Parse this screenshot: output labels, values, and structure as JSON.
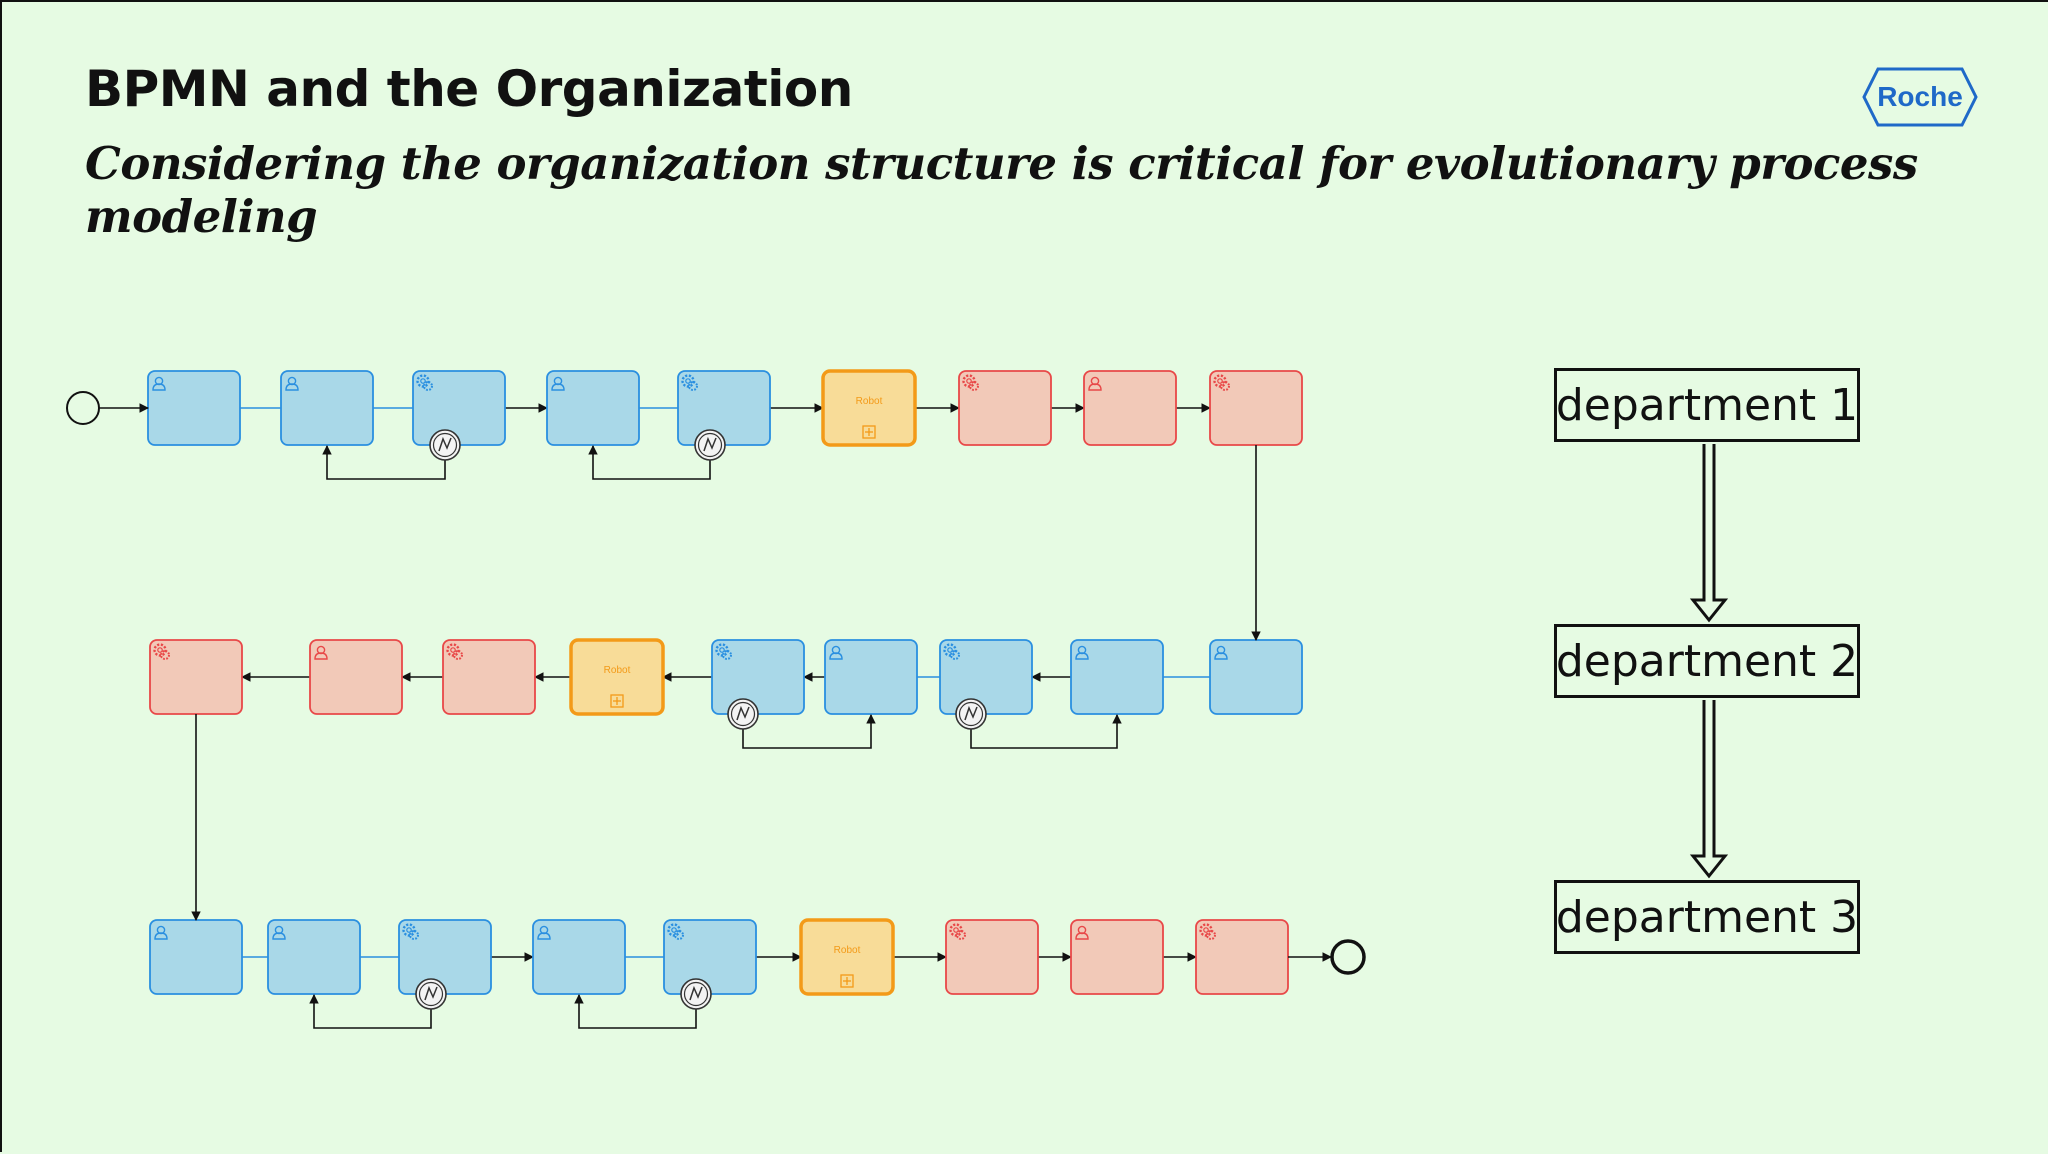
{
  "slide": {
    "title": "BPMN and the Organization",
    "subtitle": "Considering the organization structure is critical for evolutionary process modeling"
  },
  "logo": {
    "text": "Roche",
    "color": "#1f69c8"
  },
  "departments": [
    "department 1",
    "department 2",
    "department 3"
  ],
  "colors": {
    "background": "#e6fbe3",
    "department_1_task": "#a9d8e8",
    "department_1_border": "#2a8fe0",
    "robot_task": "#f8dc98",
    "robot_border": "#f39a18",
    "department_3_task": "#f2c9b8",
    "department_3_border": "#e84848",
    "connector": "#111111"
  },
  "process": {
    "robot_task_label": "Robot",
    "rows": [
      {
        "direction": "left-to-right",
        "starts_with": "start-event",
        "tasks": [
          {
            "dept": 1,
            "icon": "user-icon"
          },
          {
            "dept": 1,
            "icon": "user-icon"
          },
          {
            "dept": 1,
            "icon": "gear-icon",
            "boundary_event": true
          },
          {
            "dept": 1,
            "icon": "user-icon"
          },
          {
            "dept": 1,
            "icon": "gear-icon",
            "boundary_event": true
          },
          {
            "dept": 2,
            "robot": true
          },
          {
            "dept": 3,
            "icon": "gear-icon"
          },
          {
            "dept": 3,
            "icon": "user-icon"
          },
          {
            "dept": 3,
            "icon": "gear-icon"
          }
        ]
      },
      {
        "direction": "right-to-left",
        "tasks": [
          {
            "dept": 1,
            "icon": "user-icon"
          },
          {
            "dept": 1,
            "icon": "user-icon"
          },
          {
            "dept": 1,
            "icon": "gear-icon",
            "boundary_event": true
          },
          {
            "dept": 1,
            "icon": "user-icon"
          },
          {
            "dept": 1,
            "icon": "gear-icon",
            "boundary_event": true
          },
          {
            "dept": 2,
            "robot": true
          },
          {
            "dept": 3,
            "icon": "gear-icon"
          },
          {
            "dept": 3,
            "icon": "user-icon"
          },
          {
            "dept": 3,
            "icon": "gear-icon"
          }
        ]
      },
      {
        "direction": "left-to-right",
        "ends_with": "end-event",
        "tasks": [
          {
            "dept": 1,
            "icon": "user-icon"
          },
          {
            "dept": 1,
            "icon": "user-icon"
          },
          {
            "dept": 1,
            "icon": "gear-icon",
            "boundary_event": true
          },
          {
            "dept": 1,
            "icon": "user-icon"
          },
          {
            "dept": 1,
            "icon": "gear-icon",
            "boundary_event": true
          },
          {
            "dept": 2,
            "robot": true
          },
          {
            "dept": 3,
            "icon": "gear-icon"
          },
          {
            "dept": 3,
            "icon": "user-icon"
          },
          {
            "dept": 3,
            "icon": "gear-icon"
          }
        ]
      }
    ]
  }
}
